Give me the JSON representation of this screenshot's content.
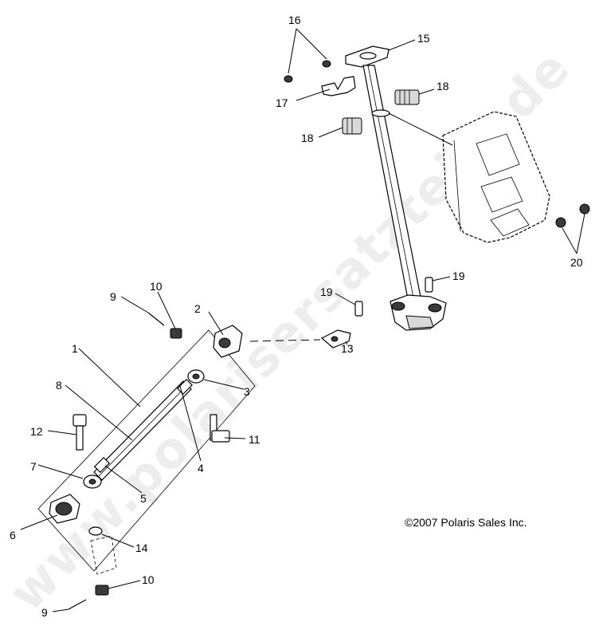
{
  "copyright": "©2007 Polaris Sales Inc.",
  "watermark": "www.polarisersatzteile.de",
  "callouts": {
    "c1": "1",
    "c2": "2",
    "c3": "3",
    "c4": "4",
    "c5": "5",
    "c6": "6",
    "c7": "7",
    "c8": "8",
    "c9a": "9",
    "c9b": "9",
    "c10a": "10",
    "c10b": "10",
    "c11": "11",
    "c12": "12",
    "c13": "13",
    "c14": "14",
    "c15": "15",
    "c16": "16",
    "c17": "17",
    "c18a": "18",
    "c18b": "18",
    "c19a": "19",
    "c19b": "19",
    "c20": "20"
  }
}
